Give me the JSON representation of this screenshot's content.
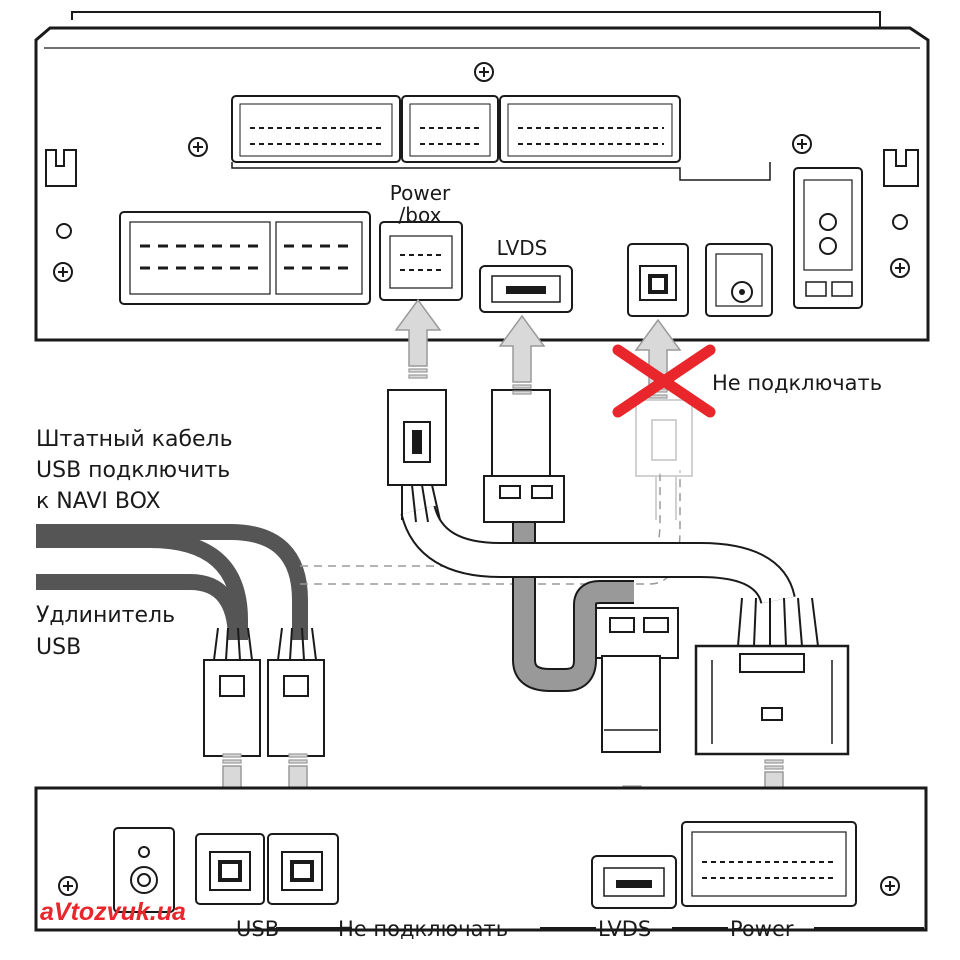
{
  "labels": {
    "power_box_line1": "Power",
    "power_box_line2": "/box",
    "lvds_top": "LVDS",
    "do_not_connect_top": "Не подключать",
    "usb_cable_line1": "Штатный кабель",
    "usb_cable_line2": "USB подключить",
    "usb_cable_line3": "к NAVI BOX",
    "extension_line1": "Удлинитель",
    "extension_line2": "USB",
    "bottom_usb": "USB",
    "bottom_do_not_connect": "Не подключать",
    "bottom_lvds": "LVDS",
    "bottom_power": "Power"
  },
  "watermark": "aVtozvuk.ua",
  "colors": {
    "line": "#1a1a1a",
    "arrow_fill": "#d9d9d9",
    "arrow_stroke": "#9a9a9a",
    "cable_dark": "#555555",
    "cable_gray": "#999999",
    "cross": "#e8262b",
    "faded": "#bdbdbd",
    "watermark": "#e8262b"
  },
  "icons": [
    "screw-icon",
    "cross-mark-icon",
    "arrow-down-icon",
    "arrow-up-icon"
  ]
}
